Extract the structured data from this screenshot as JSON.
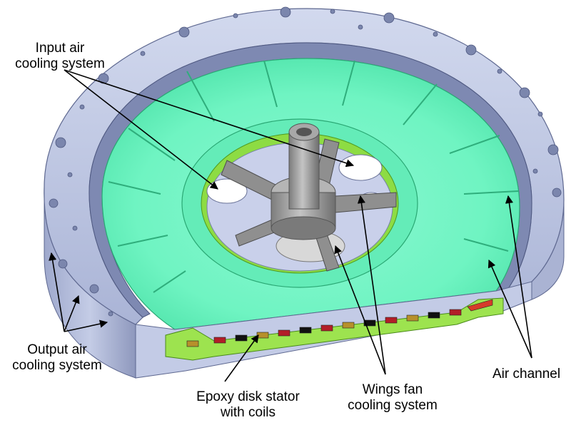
{
  "labels": {
    "input_air": {
      "line1": "Input air",
      "line2": "cooling system"
    },
    "output_air": {
      "line1": "Output air",
      "line2": "cooling system"
    },
    "epoxy": {
      "line1": "Epoxy disk stator",
      "line2": "with coils"
    },
    "wings": {
      "line1": "Wings fan",
      "line2": "cooling system"
    },
    "air_channel": {
      "line1": "Air channel"
    }
  },
  "colors": {
    "housing": "#b9c3e0",
    "housing_dark": "#8f9ac0",
    "disk_green": "#6ff4c2",
    "disk_green_dark": "#3fcf98",
    "shaft_gray": "#9a9a9a",
    "coil_red": "#b21e28",
    "coil_gold": "#b7902b",
    "pointer": "#000000"
  }
}
